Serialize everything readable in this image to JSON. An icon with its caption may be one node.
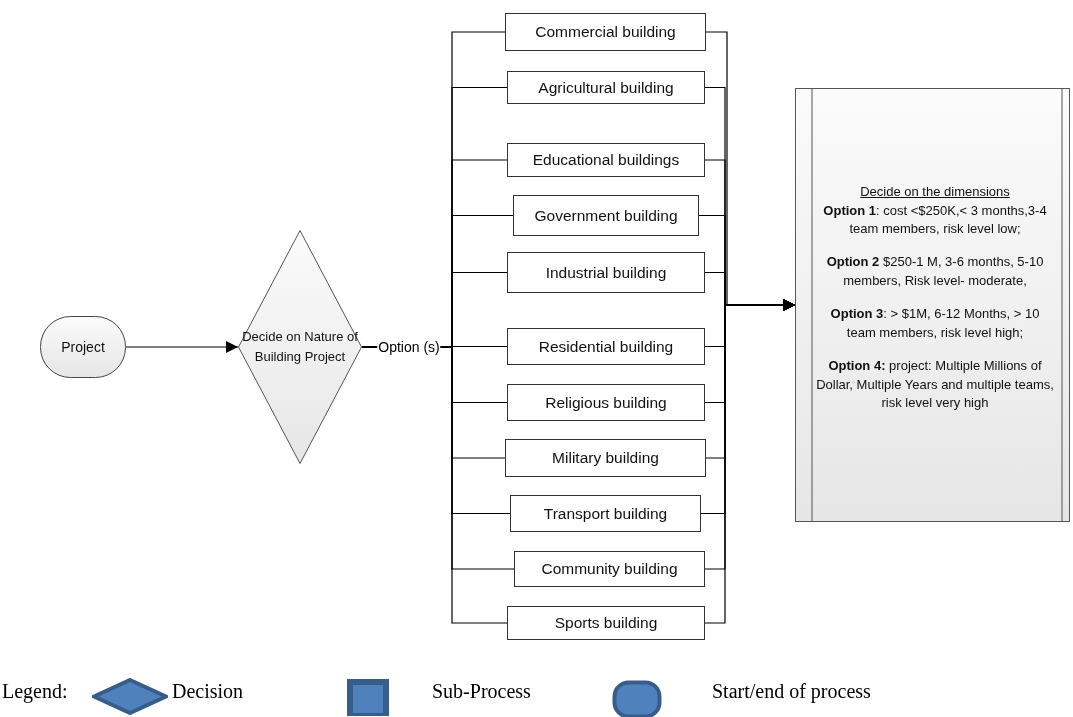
{
  "diagram": {
    "nodes": [
      {
        "text": [
          "Project"
        ]
      },
      {
        "text": [
          "Decide on Nature of Building Project"
        ]
      },
      {
        "text": [
          "Commercial building"
        ]
      },
      {
        "text": [
          "Agricultural building"
        ]
      },
      {
        "text": [
          "Educational buildings"
        ]
      },
      {
        "text": [
          "Government building"
        ]
      },
      {
        "text": [
          "Industrial building"
        ]
      },
      {
        "text": [
          "Residential building"
        ]
      },
      {
        "text": [
          "Religious building"
        ]
      },
      {
        "text": [
          "Military building"
        ]
      },
      {
        "text": [
          "Transport building"
        ]
      },
      {
        "text": [
          "Community building"
        ]
      },
      {
        "text": [
          "Sports building"
        ]
      },
      {
        "text": [
          "Decide on the dimensions",
          "**Option 1**: cost <$250K,< 3 months,3-4 team members, risk level low;",
          "**Option 2** $250-1 M, 3-6 months, 5-10 members, Risk level- moderate,",
          "**Option 3**: > $1M, 6-12 Months, > 10 team members, risk level high;",
          "**Option 4:** project: Multiple Millions of Dollar, Multiple Years and multiple teams, risk level very high"
        ]
      }
    ],
    "edges": [
      {
        "from": 0,
        "to": 1,
        "arrow": "to"
      },
      {
        "from": 1,
        "to": 2,
        "arrow": "none"
      },
      {
        "from": 1,
        "to": 3,
        "arrow": "none"
      },
      {
        "from": 1,
        "to": 4,
        "arrow": "none"
      },
      {
        "from": 1,
        "to": 5,
        "arrow": "none"
      },
      {
        "from": 1,
        "to": 6,
        "arrow": "none"
      },
      {
        "from": 1,
        "to": 7,
        "arrow": "none",
        "label": "Option (s)"
      },
      {
        "from": 1,
        "to": 8,
        "arrow": "none"
      },
      {
        "from": 1,
        "to": 9,
        "arrow": "none"
      },
      {
        "from": 1,
        "to": 10,
        "arrow": "none"
      },
      {
        "from": 1,
        "to": 11,
        "arrow": "none"
      },
      {
        "from": 1,
        "to": 12,
        "arrow": "none"
      },
      {
        "from": 2,
        "to": 13,
        "arrow": "to"
      },
      {
        "from": 3,
        "to": 13,
        "arrow": "to"
      },
      {
        "from": 4,
        "to": 13,
        "arrow": "to"
      },
      {
        "from": 5,
        "to": 13,
        "arrow": "to"
      },
      {
        "from": 6,
        "to": 13,
        "arrow": "to"
      },
      {
        "from": 7,
        "to": 13,
        "arrow": "to"
      },
      {
        "from": 8,
        "to": 13,
        "arrow": "to"
      },
      {
        "from": 9,
        "to": 13,
        "arrow": "to"
      },
      {
        "from": 10,
        "to": 13,
        "arrow": "to"
      },
      {
        "from": 11,
        "to": 13,
        "arrow": "to"
      },
      {
        "from": 12,
        "to": 13,
        "arrow": "to"
      }
    ],
    "labels": [
      "Legend:"
    ],
    "legend": [
      {
        "text": "Decision"
      },
      {
        "text": "Sub-Process"
      },
      {
        "text": "Start/end of process"
      }
    ]
  }
}
